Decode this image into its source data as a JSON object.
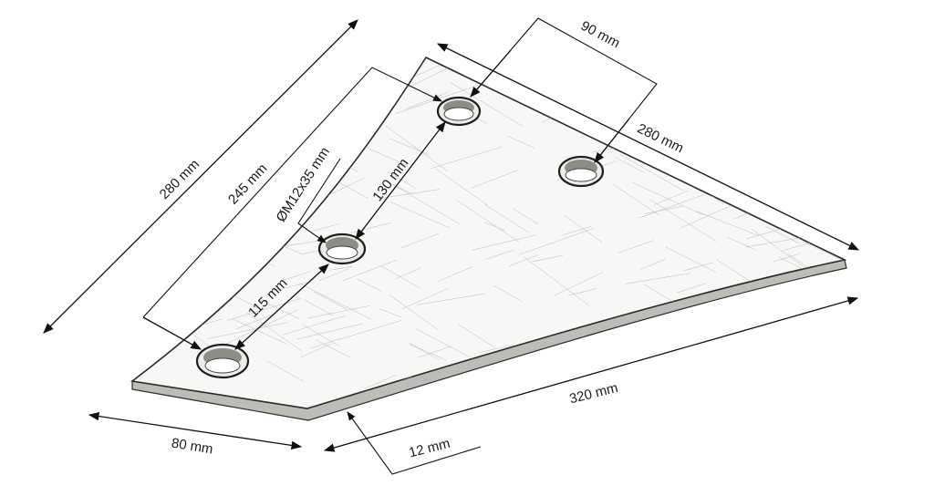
{
  "drawing": {
    "dimensions": {
      "left_edge_length": "280 mm",
      "hole_span_length": "245 mm",
      "hole_diameter": "ØM12x35 mm",
      "hole_spacing_upper": "130 mm",
      "hole_spacing_lower": "115 mm",
      "top_hole_offset": "90 mm",
      "top_edge_length": "280 mm",
      "bottom_edge_length": "320 mm",
      "short_edge_length": "80 mm",
      "thickness": "12 mm"
    }
  }
}
